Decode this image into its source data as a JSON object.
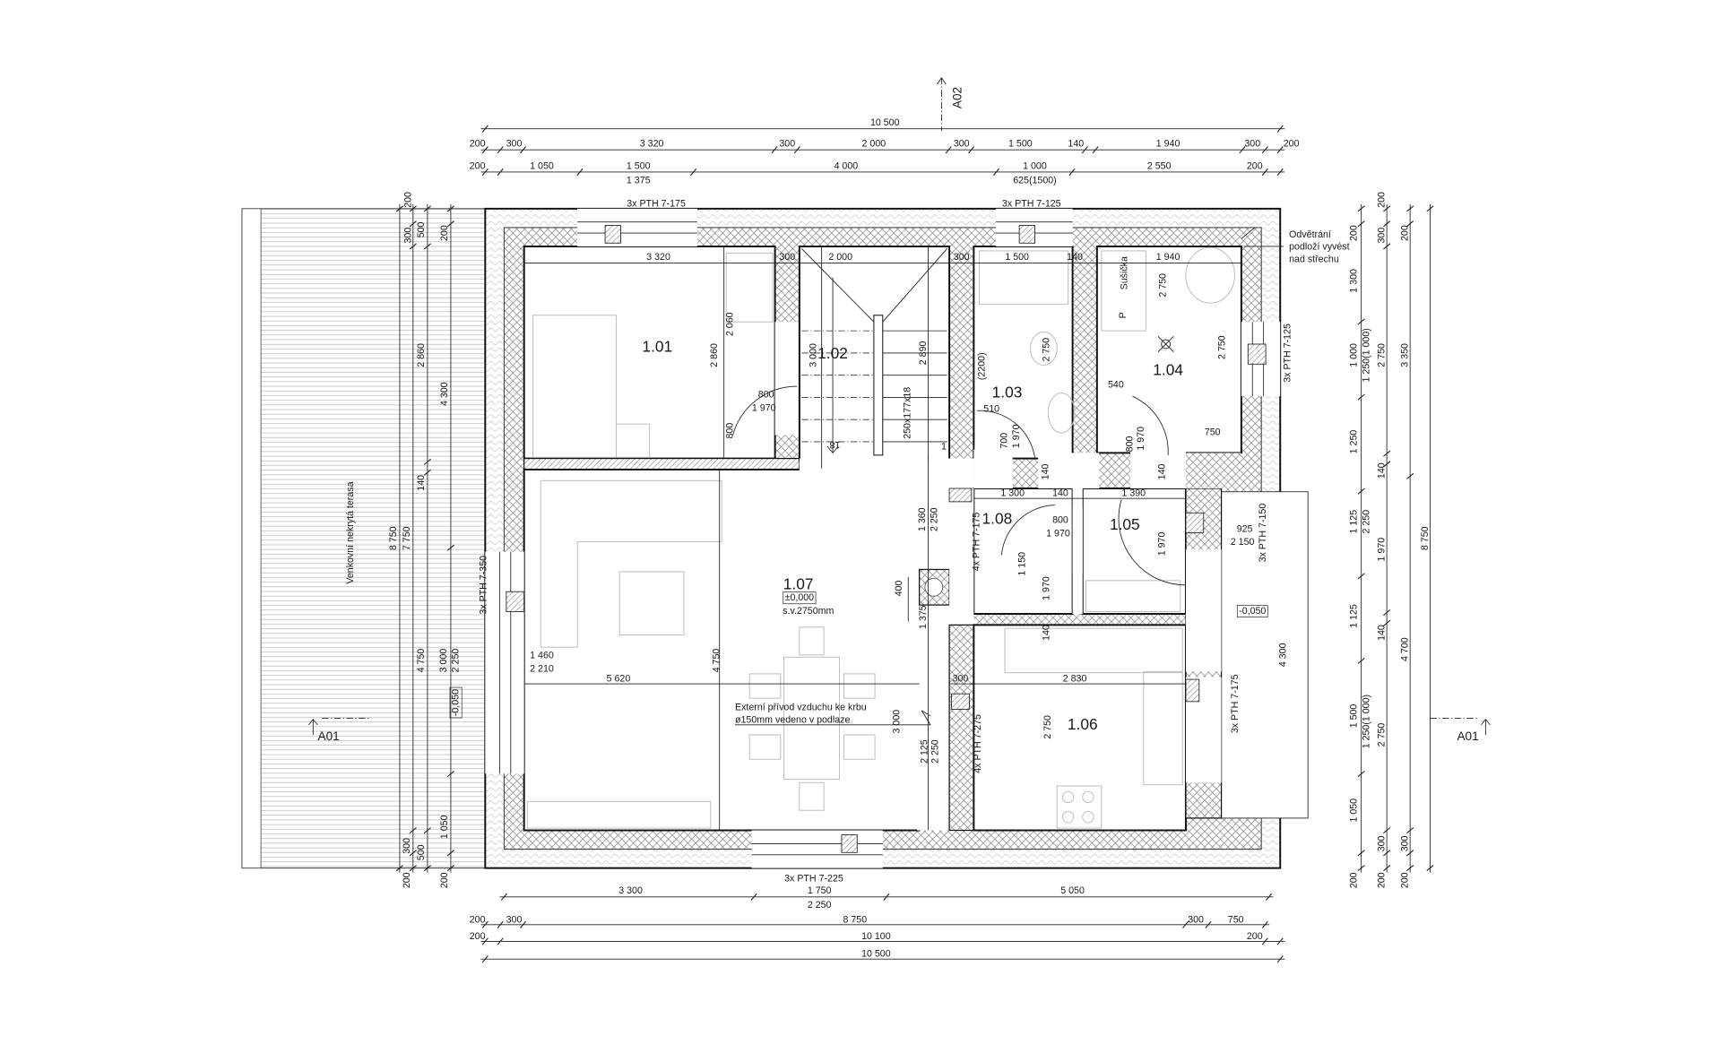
{
  "section_marks": {
    "a02": "A02",
    "a01_left": "A01",
    "a01_right": "A01"
  },
  "rooms": {
    "r101": "1.01",
    "r102": "1.02",
    "r103": "1.03",
    "r104": "1.04",
    "r105": "1.05",
    "r106": "1.06",
    "r107": "1.07",
    "r108": "1.08"
  },
  "labels": {
    "terrace": "Venkovní nekrytá terasa",
    "level": "±0,000",
    "ceiling_height": "s.v.2750mm",
    "dryer": "Sušička",
    "dryer_p": "P",
    "vent_note": [
      "Odvětrání",
      "podloží vyvést",
      "nad střechu"
    ],
    "air_note": [
      "Externí přívod vzduchu ke krbu",
      "ø150mm vedeno v podlaze"
    ],
    "terrace_level_left": "-0,050",
    "terrace_level_right": "-0,050",
    "stair_spec": "250x177x18",
    "stair_step_first": "1",
    "stair_step_last": "18",
    "lintels": {
      "top_left": "3x PTH 7-175",
      "top_right": "3x PTH 7-125",
      "bottom": "3x PTH 7-225",
      "left": "3x PTH 7-350",
      "right_upper": "3x PTH 7-125",
      "right_middle": "3x PTH 7-150",
      "right_lower": "3x PTH 7-175",
      "inner_upper": "4x PTH 7-175",
      "inner_lower": "4x PTH 7-275"
    }
  },
  "dims": {
    "top": {
      "overall": "10 500",
      "row1": [
        "200",
        "300",
        "3 320",
        "300",
        "2 000",
        "300",
        "1 500",
        "140",
        "1 940",
        "300",
        "200"
      ],
      "row2": [
        "200",
        "1 050",
        "1 500",
        "4 000",
        "1 000",
        "2 550",
        "200"
      ],
      "row2_sub": [
        "1 375",
        "625(1500)"
      ]
    },
    "bottom": {
      "row1": [
        "3 300",
        "1 750",
        "5 050"
      ],
      "row1_sub": [
        "2 250"
      ],
      "row2": [
        "200",
        "300",
        "8 750",
        "300",
        "750"
      ],
      "row3": [
        "200",
        "10 100",
        "200"
      ],
      "overall": "10 500"
    },
    "left": [
      "200",
      "300",
      "500",
      "200",
      "2 860",
      "4 300",
      "140",
      "8 750",
      "7 750",
      "4 750",
      "3 000",
      "2 250",
      "1 050",
      "300",
      "500",
      "200",
      "200"
    ],
    "right": [
      "200",
      "200",
      "300",
      "200",
      "1 300",
      "1 000",
      "1 250(1 000)",
      "2 750",
      "3 350",
      "1 250",
      "140",
      "1 125",
      "2 250",
      "1 970",
      "8 750",
      "1 125",
      "140",
      "4 700",
      "1 500",
      "1 250(1 000)",
      "2 750",
      "1 050",
      "300",
      "300",
      "200",
      "200",
      "200",
      "4 300",
      "925",
      "2 150"
    ],
    "interior": [
      "3 320",
      "300",
      "2 060",
      "2 860",
      "800",
      "1 970",
      "800",
      "2 000",
      "300",
      "3 000",
      "2 890",
      "1 500",
      "140",
      "(2200)",
      "2 750",
      "510",
      "700",
      "1 970",
      "1 940",
      "2 750",
      "2 750",
      "540",
      "750",
      "800",
      "1 970",
      "140",
      "140",
      "1 300",
      "140",
      "1 390",
      "800",
      "1 970",
      "1 360",
      "2 250",
      "1 150",
      "1 970",
      "1 970",
      "400",
      "1 375",
      "140",
      "1 460",
      "2 210",
      "5 620",
      "4 750",
      "300",
      "2 830",
      "3 000",
      "2 125",
      "2 250",
      "2 750"
    ]
  }
}
